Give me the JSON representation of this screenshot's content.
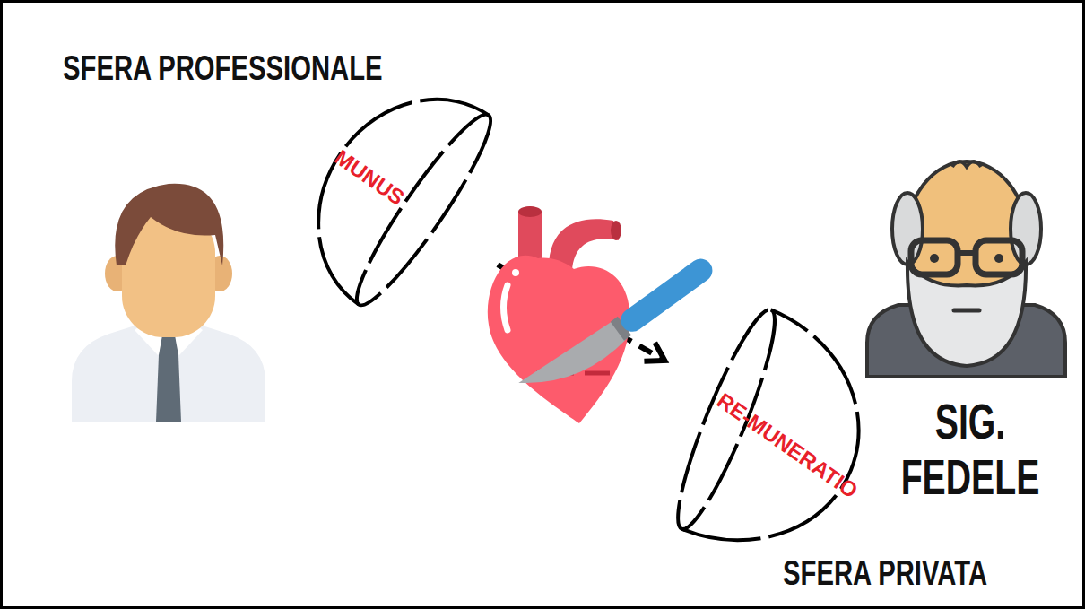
{
  "diagram": {
    "nodes": [
      {
        "text": [
          "MUNUS"
        ]
      },
      {
        "text": [
          "RE-MUNERATIO"
        ]
      }
    ],
    "edges": [
      {
        "from": 0,
        "to": 1,
        "arrow": "to"
      }
    ],
    "labels": [
      "SFERA PROFESSIONALE",
      "SIG. FEDELE",
      "SFERA PRIVATA"
    ]
  }
}
